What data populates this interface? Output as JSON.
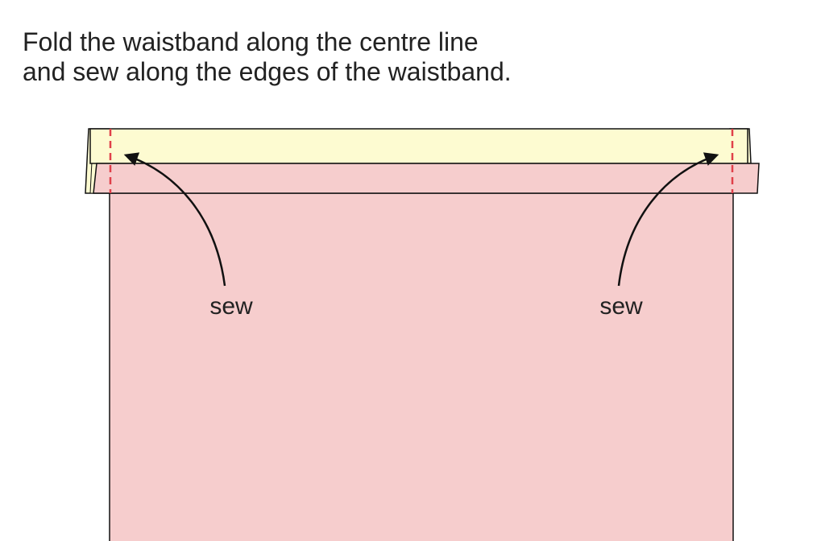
{
  "instruction": {
    "line1": "Fold the waistband along the centre line",
    "line2": "and sew along the edges of the waistband."
  },
  "labels": {
    "left": "sew",
    "right": "sew"
  },
  "colors": {
    "garment": "#f6cdcd",
    "waistband_back": "#fdfbd1",
    "outline": "#111111",
    "stitch": "#e0404a"
  },
  "icons": [
    "curved-arrow-icon",
    "stitch-line-icon"
  ]
}
